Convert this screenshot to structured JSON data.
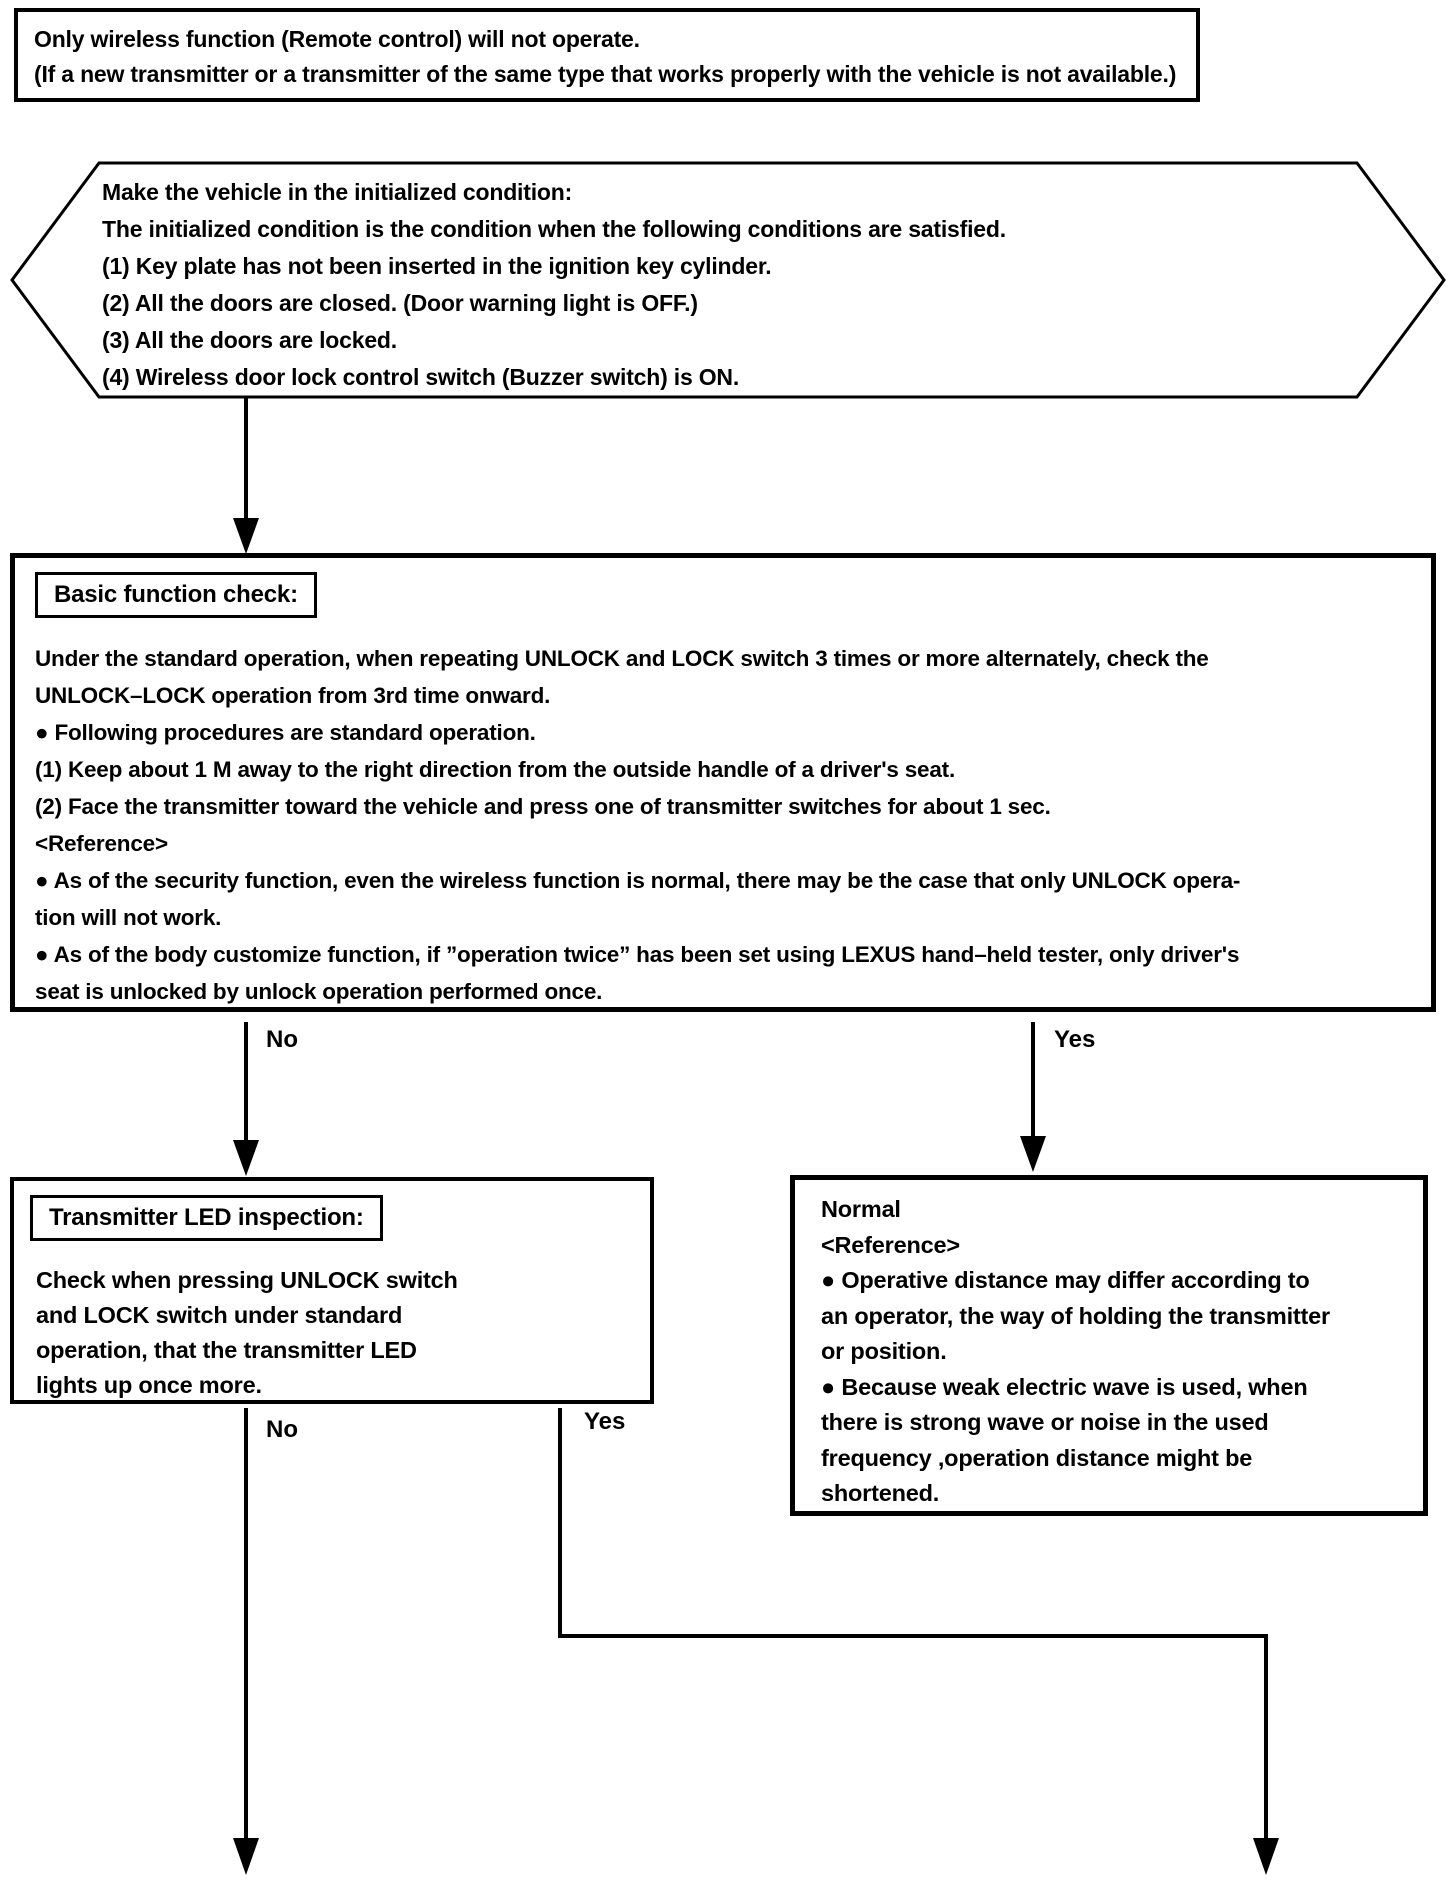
{
  "header": {
    "line1": "Only wireless function (Remote control) will not operate.",
    "line2": "(If a new transmitter or a transmitter of the same type that works properly with the vehicle is not available.)"
  },
  "init_condition": {
    "body": "Make the vehicle in the initialized condition:\nThe initialized condition is the condition when the following conditions are satisfied.\n(1) Key plate has not been inserted in the ignition key cylinder.\n(2) All the doors are closed. (Door warning light is OFF.)\n(3) All the doors are locked.\n(4) Wireless door lock control switch (Buzzer switch) is ON."
  },
  "basic_check": {
    "label": "Basic function check:",
    "body": "Under the standard operation, when repeating UNLOCK and LOCK switch 3 times or more alternately, check the\nUNLOCK–LOCK operation from 3rd time onward.\n● Following procedures are standard operation.\n(1) Keep about 1 M away to the right direction from the outside handle of a driver's seat.\n(2) Face the transmitter toward the vehicle and press one of transmitter switches for about 1 sec.\n<Reference>\n● As of the security function, even the wireless function is normal, there may be the case that only UNLOCK opera-\ntion will not work.\n● As of the body customize function, if ”operation twice” has been set using LEXUS hand–held tester, only driver's\nseat is unlocked by unlock operation performed once."
  },
  "led_inspection": {
    "label": "Transmitter LED inspection:",
    "body": "Check when pressing UNLOCK switch\nand LOCK switch under standard\noperation, that the transmitter LED\nlights up once more."
  },
  "normal_result": {
    "body": "Normal\n<Reference>\n● Operative distance may differ according to\nan operator, the way of holding the transmitter\nor position.\n● Because weak electric wave is used, when\nthere is strong wave or noise in the used\nfrequency ,operation distance might be\nshortened."
  },
  "branches": {
    "basic_no": "No",
    "basic_yes": "Yes",
    "led_no": "No",
    "led_yes": "Yes"
  },
  "colors": {
    "ink": "#000000",
    "paper": "#ffffff"
  }
}
